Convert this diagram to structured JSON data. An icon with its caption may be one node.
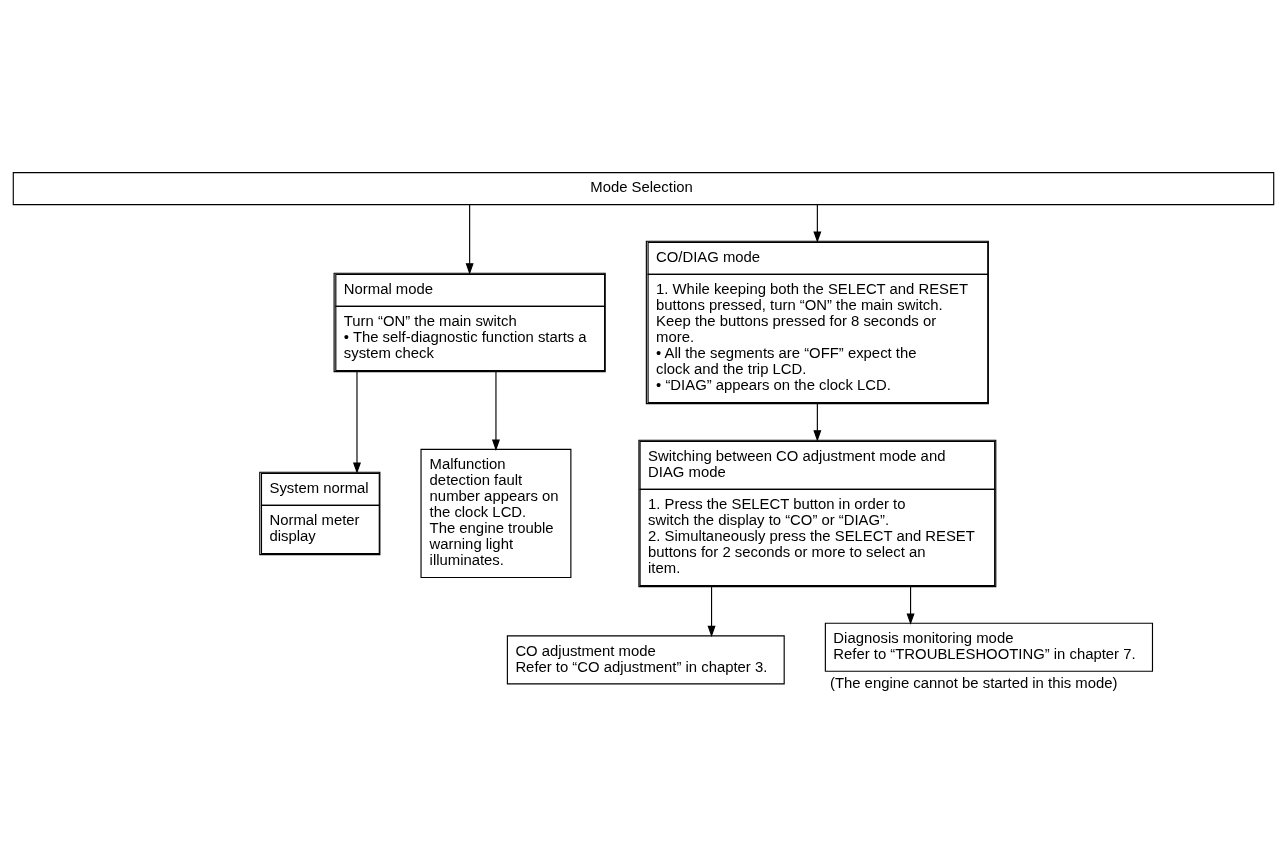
{
  "diagram": {
    "nodes": [
      {
        "text": [
          "Mode Selection"
        ]
      },
      {
        "text": [
          "Normal mode",
          "Turn “ON” the main switch",
          "• The self-diagnostic function starts a system check"
        ]
      },
      {
        "text": [
          "System normal",
          "Normal meter display"
        ]
      },
      {
        "text": [
          "Malfunction detection fault number appears on the clock LCD.",
          "The engine trouble warning light illuminates."
        ]
      },
      {
        "text": [
          "CO/DIAG mode",
          "1. While keeping both the SELECT and RESET buttons pressed, turn “ON” the main switch. Keep the buttons pressed for 8 seconds or more.",
          "• All the segments are “OFF” expect the clock and the trip LCD.",
          "• “DIAG” appears on the clock LCD."
        ]
      },
      {
        "text": [
          "Switching between CO adjustment mode and DIAG mode",
          "1. Press the SELECT button in order to switch the display to “CO” or “DIAG”.",
          "2. Simultaneously press the SELECT and RESET buttons for 2 seconds or more to select an item."
        ]
      },
      {
        "text": [
          "CO adjustment mode",
          "Refer to “CO adjustment” in chapter 3."
        ]
      },
      {
        "text": [
          "Diagnosis monitoring mode",
          "Refer to “TROUBLESHOOTING” in chapter 7."
        ],
        "beside": [
          "(The engine cannot be started in this mode)"
        ]
      }
    ],
    "edges": [
      {
        "from": 0,
        "to": 1,
        "arrow": "to"
      },
      {
        "from": 0,
        "to": 4,
        "arrow": "to"
      },
      {
        "from": 1,
        "to": 2,
        "arrow": "to"
      },
      {
        "from": 1,
        "to": 3,
        "arrow": "to"
      },
      {
        "from": 4,
        "to": 5,
        "arrow": "to"
      },
      {
        "from": 5,
        "to": 6,
        "arrow": "to"
      },
      {
        "from": 5,
        "to": 7,
        "arrow": "to"
      }
    ]
  }
}
